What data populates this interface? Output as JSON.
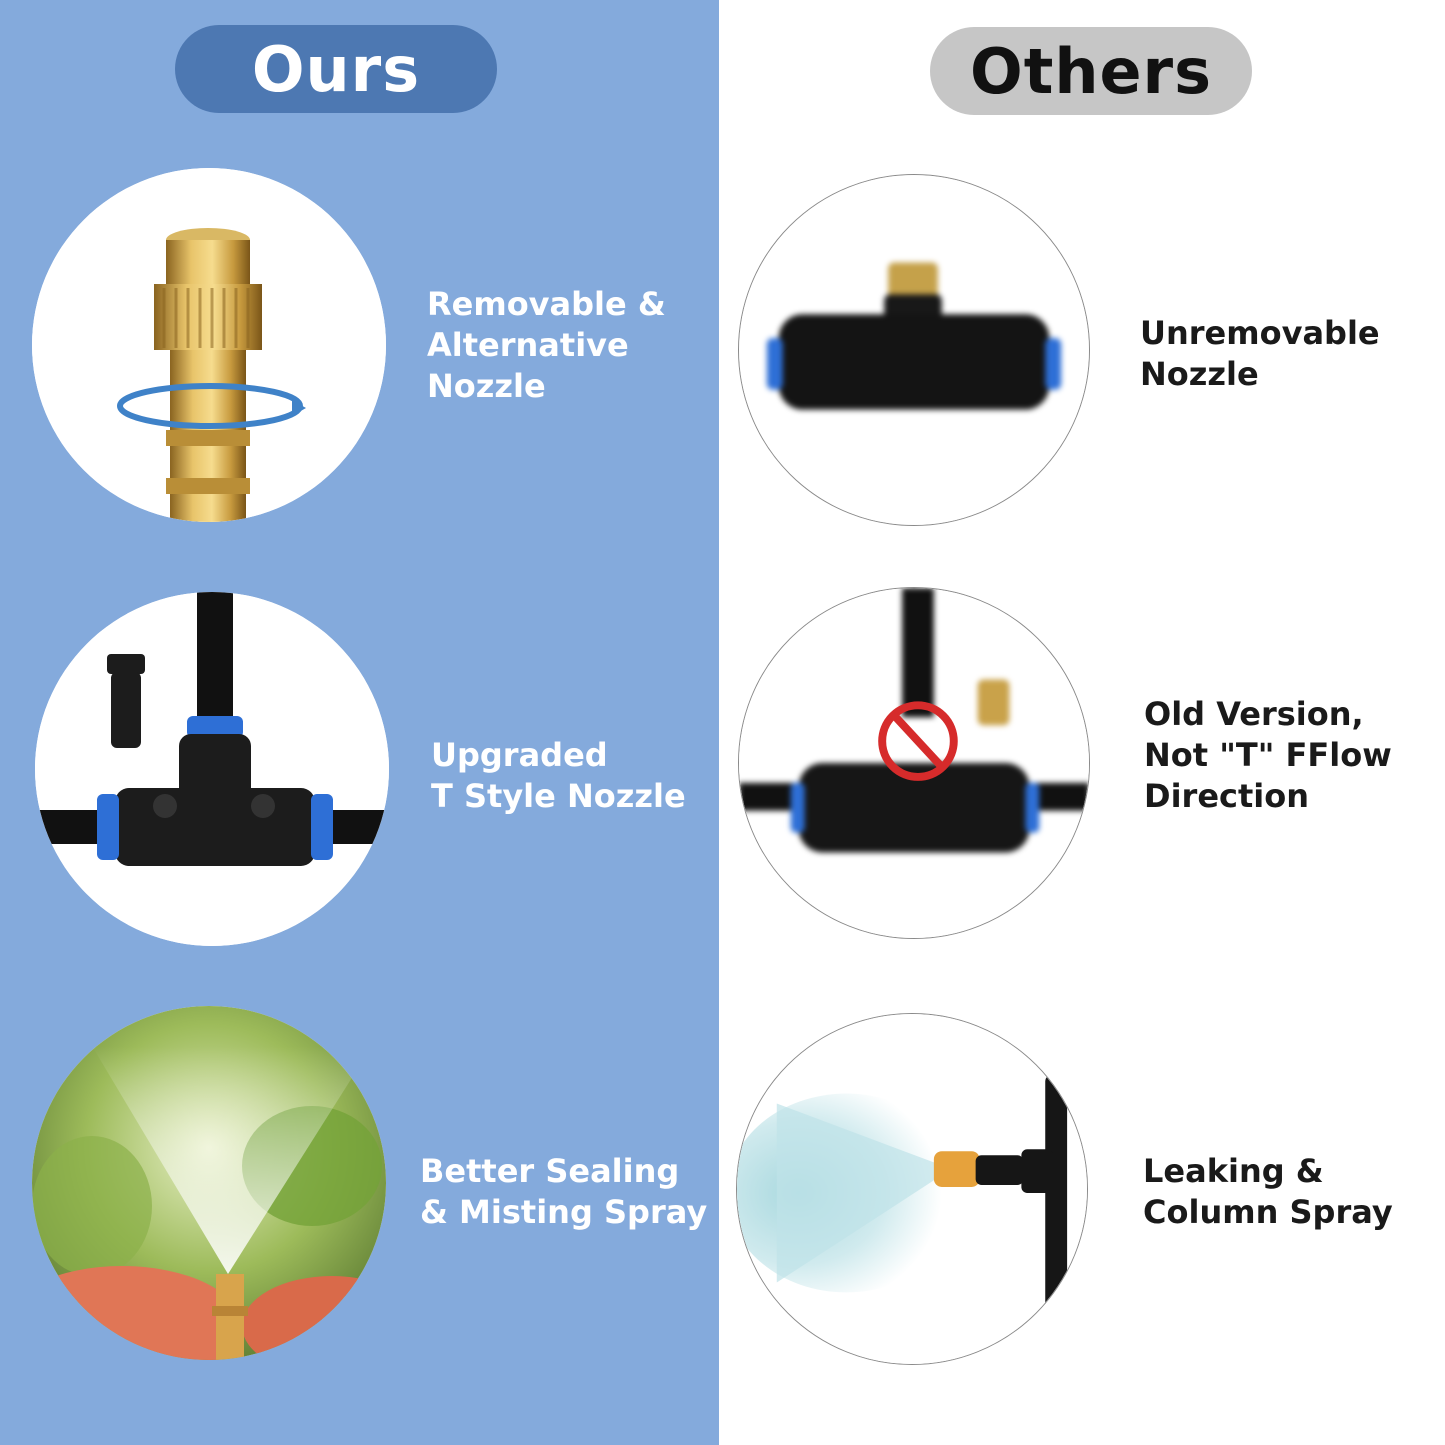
{
  "ours": {
    "title": "Ours",
    "features": [
      {
        "lines": [
          "Removable &",
          "Alternative",
          "Nozzle"
        ]
      },
      {
        "lines": [
          "Upgraded",
          "T Style Nozzle"
        ]
      },
      {
        "lines": [
          "Better Sealing",
          "& Misting Spray"
        ]
      }
    ]
  },
  "others": {
    "title": "Others",
    "features": [
      {
        "lines": [
          "Unremovable",
          "Nozzle"
        ]
      },
      {
        "lines": [
          "Old Version,",
          "Not \"T\" FFlow",
          "Direction"
        ]
      },
      {
        "lines": [
          "Leaking &",
          "Column Spray"
        ]
      }
    ]
  },
  "colors": {
    "left_panel": "#84aadc",
    "ours_pill": "#4d78b2",
    "others_pill": "#c6c6c6",
    "brass": "#c9a24a",
    "fitting_blue": "#2e6fd6"
  }
}
